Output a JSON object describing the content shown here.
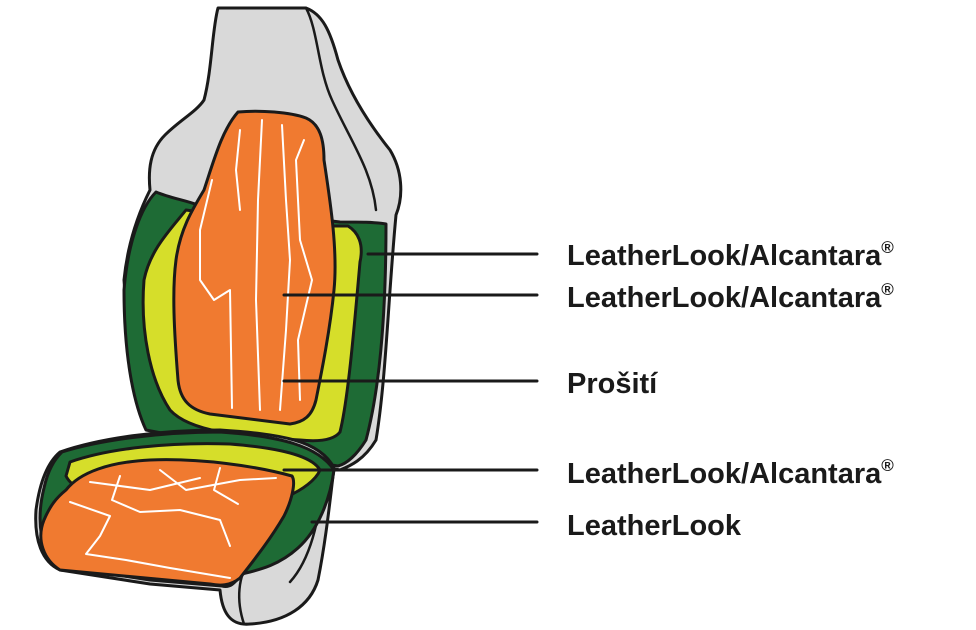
{
  "colors": {
    "outline": "#1a1a1a",
    "shell_grey": "#d9d9d9",
    "bolster_green": "#1e6b35",
    "edge_lime": "#d6de2a",
    "insert_orange": "#f07a30",
    "stitch_white": "#ffffff"
  },
  "labels": [
    {
      "text": "LeatherLook/Alcantara",
      "mark": "®"
    },
    {
      "text": "LeatherLook/Alcantara",
      "mark": "®"
    },
    {
      "text": "Prošití",
      "mark": ""
    },
    {
      "text": "LeatherLook/Alcantara",
      "mark": "®"
    },
    {
      "text": "LeatherLook",
      "mark": ""
    }
  ]
}
